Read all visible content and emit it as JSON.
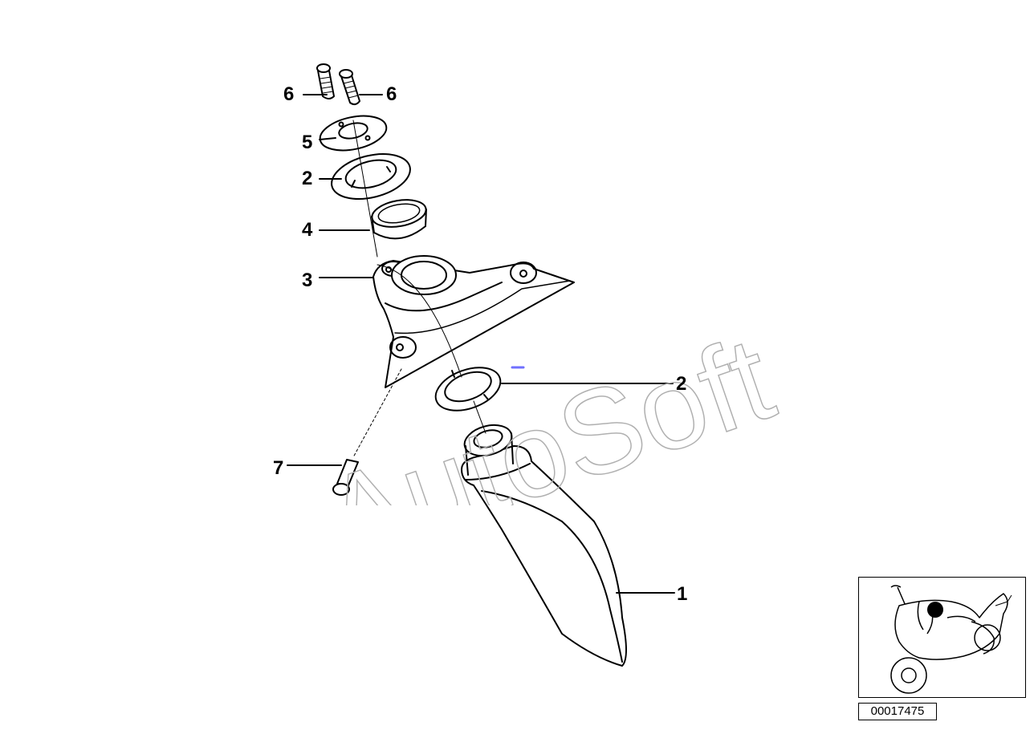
{
  "callouts": {
    "part_1": "1",
    "part_2_upper": "2",
    "part_2_lower": "2",
    "part_3": "3",
    "part_4": "4",
    "part_5": "5",
    "part_6_left": "6",
    "part_6_right": "6",
    "part_7": "7"
  },
  "watermark": "AutoSoft",
  "document_number": "00017475",
  "colors": {
    "line": "#000000",
    "watermark_stroke": "#b0b0b0",
    "marker": "#7070ff"
  }
}
